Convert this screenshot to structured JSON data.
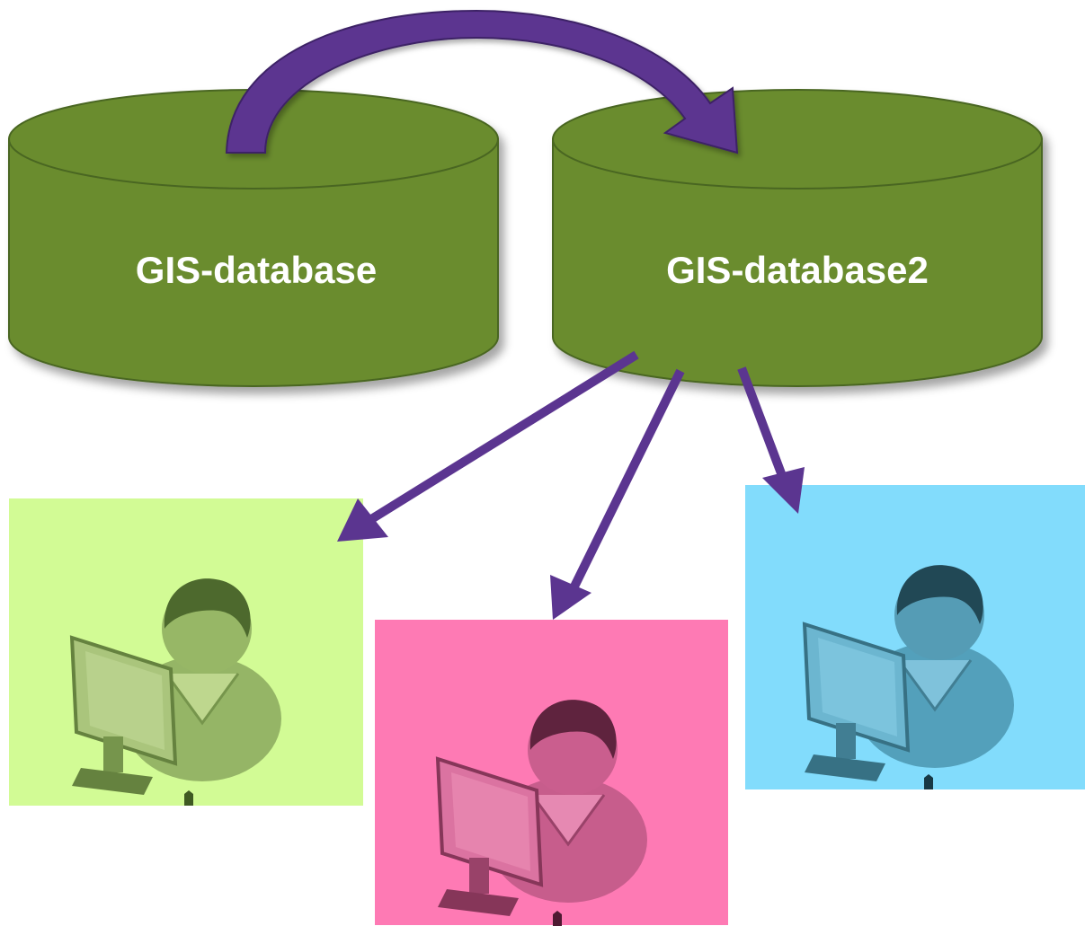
{
  "databases": [
    {
      "id": "db1",
      "label": "GIS-database",
      "color": "#6a8c2e",
      "edge": "#4a6620"
    },
    {
      "id": "db2",
      "label": "GIS-database2",
      "color": "#6a8c2e",
      "edge": "#4a6620"
    }
  ],
  "arrow_color": "#5b3590",
  "users": [
    {
      "id": "user-green",
      "background": "#d2fb95",
      "tint": "#7a9a52",
      "icon": "user-at-computer-icon"
    },
    {
      "id": "user-pink",
      "background": "#fe7ab4",
      "tint": "#a8476f",
      "icon": "user-at-computer-icon"
    },
    {
      "id": "user-blue",
      "background": "#82dcfc",
      "tint": "#4e8aa0",
      "icon": "user-at-computer-icon"
    }
  ],
  "connections": [
    {
      "from": "GIS-database",
      "to": "GIS-database2",
      "type": "curved-arrow"
    },
    {
      "from": "GIS-database2",
      "to": "user-green",
      "type": "straight-arrow"
    },
    {
      "from": "GIS-database2",
      "to": "user-pink",
      "type": "straight-arrow"
    },
    {
      "from": "GIS-database2",
      "to": "user-blue",
      "type": "straight-arrow"
    }
  ]
}
